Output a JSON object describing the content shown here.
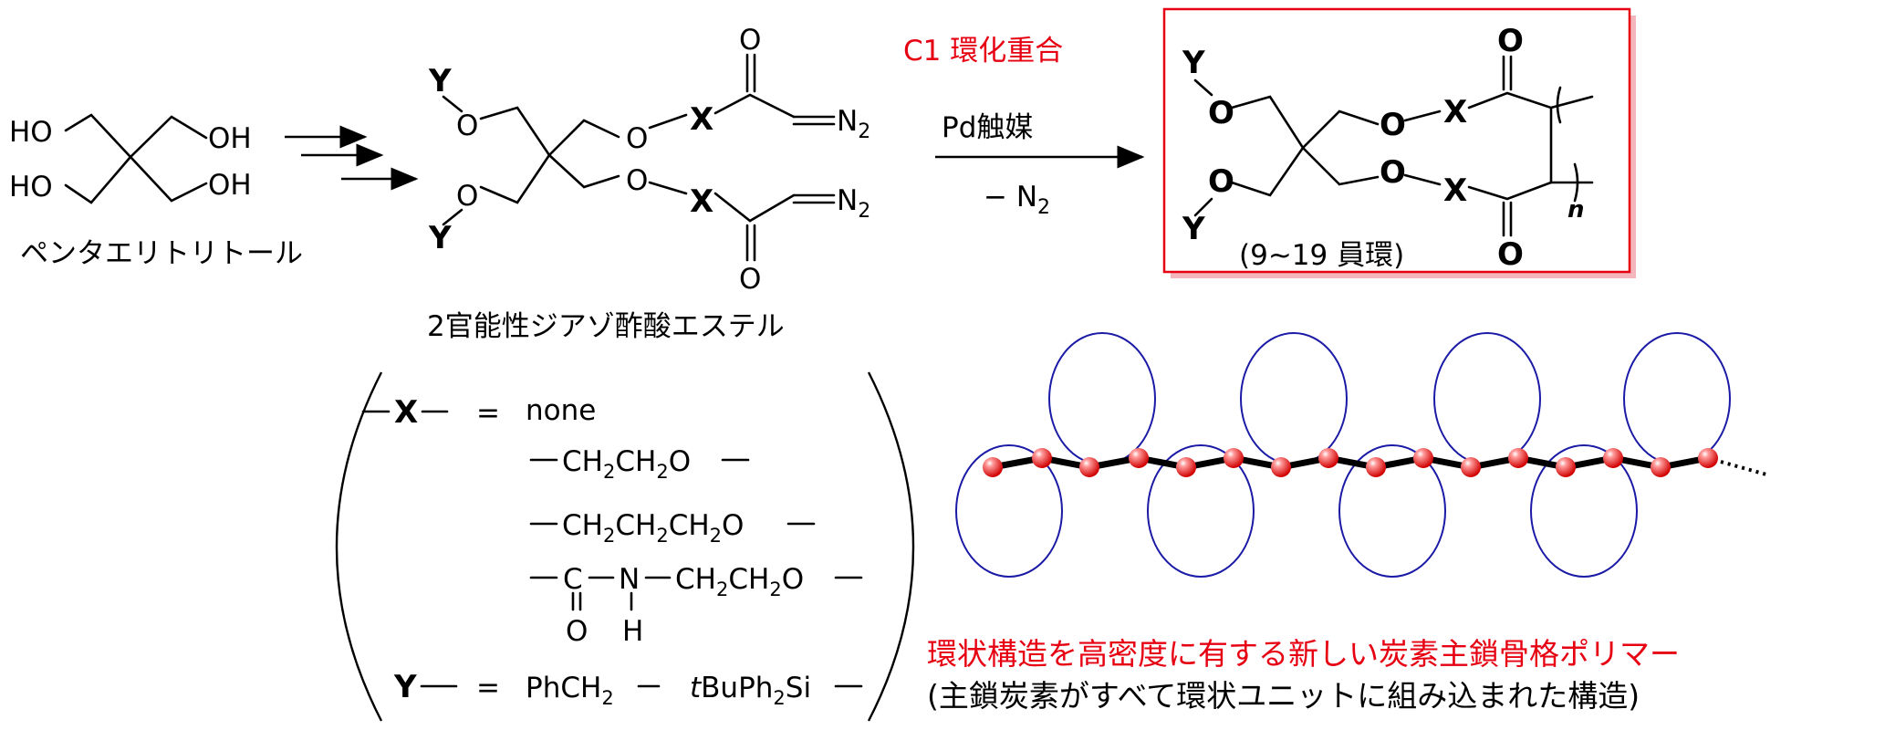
{
  "pentaerythritol": {
    "ho_top": "HO",
    "oh_top": "OH",
    "ho_bottom": "HO",
    "oh_bottom": "OH",
    "name": "ペンタエリトリトール"
  },
  "monomer": {
    "y_top": "Y",
    "y_bottom": "Y",
    "o": "O",
    "x": "X",
    "carbonyl_o": "O",
    "n2_label": "N",
    "n2_sub": "2",
    "name": "2官能性ジアゾ酢酸エステル"
  },
  "reaction": {
    "title": "C1 環化重合",
    "catalyst": "Pd触媒",
    "byproduct_prefix": "− N",
    "byproduct_sub": "2"
  },
  "polymer": {
    "y": "Y",
    "o": "O",
    "x": "X",
    "carbonyl_o": "O",
    "repeat_n": "n",
    "ring_size": "(9~19 員環)"
  },
  "substituents": {
    "x_symbol": "X",
    "y_symbol": "Y",
    "equals": "=",
    "x_none": "none",
    "y_benzyl": "PhCH",
    "y_benzyl_sub": "2",
    "y_silyl_italic": "t",
    "y_silyl_rest": "BuPh",
    "y_silyl_sub": "2",
    "y_silyl_end": "Si",
    "x_row2": [
      "CH",
      "2",
      "CH",
      "2",
      "O"
    ],
    "x_row3": [
      "CH",
      "2",
      "CH",
      "2",
      "CH",
      "2",
      "O"
    ],
    "x_row4": {
      "c": "C",
      "n": "N",
      "o": "O",
      "h": "H",
      "tail": [
        "CH",
        "2",
        "CH",
        "2",
        "O"
      ]
    }
  },
  "caption": {
    "line1": "環状構造を高密度に有する新しい炭素主鎖骨格ポリマー",
    "line2": "(主鎖炭素がすべて環状ユニットに組み込まれた構造)"
  },
  "colors": {
    "accent_red": "#e60012",
    "ring_blue": "#1a1aa6",
    "box_shadow": "#f4b6bd"
  }
}
